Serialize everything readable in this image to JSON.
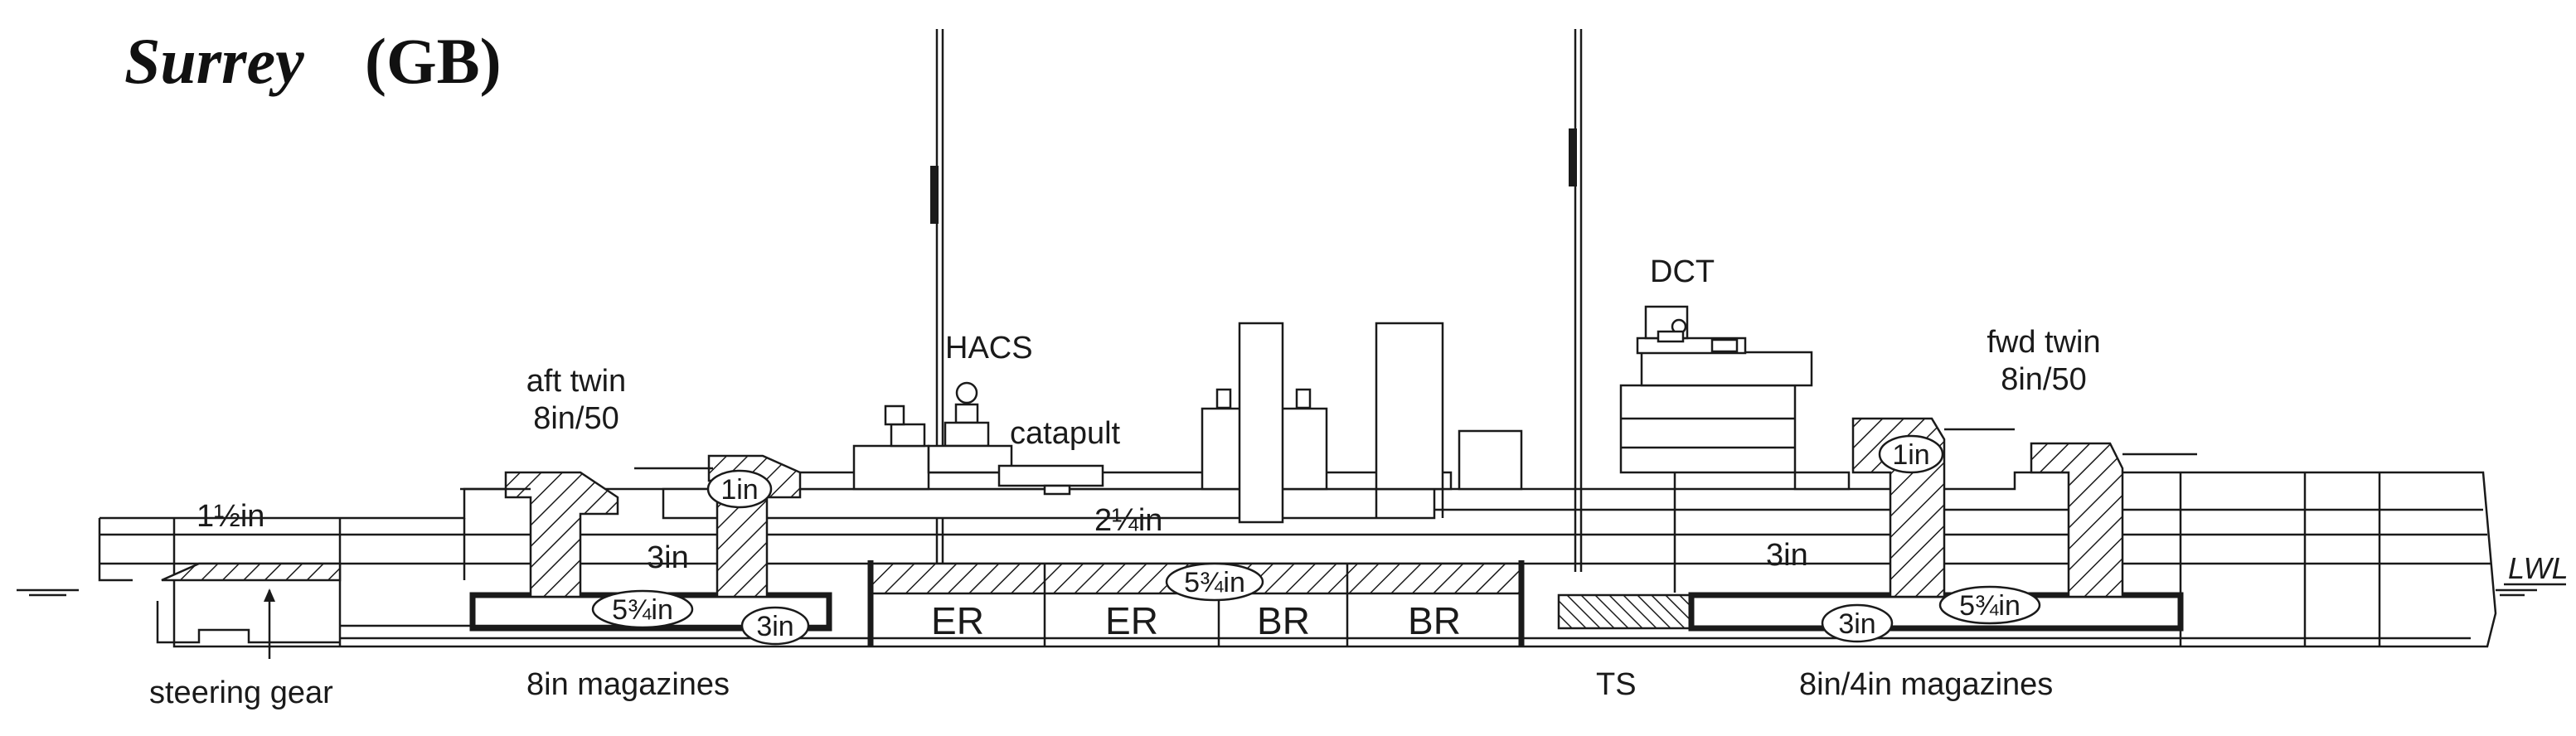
{
  "title": {
    "name": "Surrey",
    "country": "(GB)"
  },
  "labels": {
    "aft_twin_line1": "aft twin",
    "aft_twin_line2": "8in/50",
    "fwd_twin_line1": "fwd twin",
    "fwd_twin_line2": "8in/50",
    "hacs": "HACS",
    "catapult": "catapult",
    "dct": "DCT",
    "deck_aft": "1½in",
    "deck_mid": "2¼in",
    "aft_deck_3in": "3in",
    "fwd_deck_3in": "3in",
    "lwl": "LWL",
    "steering_gear": "steering gear",
    "mag_aft": "8in magazines",
    "ts": "TS",
    "mag_fwd": "8in/4in magazines"
  },
  "ovals": {
    "aft_barbette": "1in",
    "fwd_barbette": "1in",
    "aft_belt": "5¾in",
    "aft_crown": "3in",
    "mid_belt": "5¾in",
    "fwd_crown": "3in",
    "fwd_belt": "5¾in"
  },
  "compartments": {
    "er1": "ER",
    "er2": "ER",
    "br1": "BR",
    "br2": "BR"
  },
  "colors": {
    "ink": "#1a1a1a",
    "paper": "#ffffff"
  }
}
